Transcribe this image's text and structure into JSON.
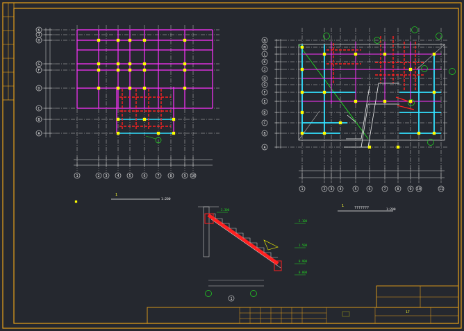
{
  "colors": {
    "background": "#25282f",
    "frame": "#e8a21a",
    "grid": "#c8c8c8",
    "dim": "#dcdcdc",
    "column": "#ffff00",
    "beam_magenta": "#ff33ff",
    "beam_cyan": "#33e0ff",
    "beam_red": "#ff2020",
    "bubble_green": "#22dd22",
    "text_yellow": "#ffff33",
    "text_white": "#f0f0f0"
  },
  "plan_left": {
    "title_code": "1:200",
    "row_axes": [
      "K",
      "J",
      "H",
      "G",
      "F",
      "D",
      "C",
      "B",
      "A"
    ],
    "col_axes": [
      "1",
      "2",
      "3",
      "4",
      "5",
      "6",
      "7",
      "8",
      "9",
      "10"
    ]
  },
  "plan_right": {
    "title_code": "1:200",
    "title_text": "???????",
    "row_axes": [
      "N",
      "M",
      "L",
      "K",
      "J",
      "H",
      "G",
      "F",
      "E",
      "D",
      "C",
      "B",
      "A"
    ],
    "col_axes": [
      "1",
      "2",
      "3",
      "4",
      "5",
      "6",
      "7",
      "8",
      "9",
      "10",
      "11"
    ]
  },
  "section": {
    "elev_labels": [
      "3.300",
      "2.100",
      "1.500",
      "0.900",
      "0.000"
    ],
    "mark": "1"
  },
  "title_block": {
    "sheet_no": "17"
  }
}
